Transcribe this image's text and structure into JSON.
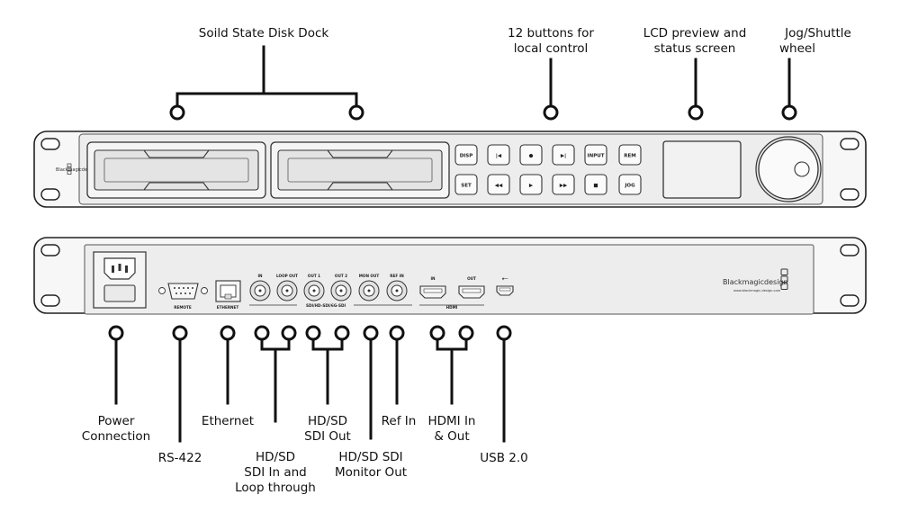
{
  "labels": {
    "dock": "Soild State Disk Dock",
    "buttons_l1": "12 buttons for",
    "buttons_l2": "local control",
    "lcd_l1": "LCD preview and",
    "lcd_l2": "status screen",
    "jog_l1": "Jog/Shuttle",
    "jog_l2": "wheel",
    "power_l1": "Power",
    "power_l2": "Connection",
    "rs422": "RS-422",
    "ethernet": "Ethernet",
    "sdi_in_l1": "HD/SD",
    "sdi_in_l2": "SDI In and",
    "sdi_in_l3": "Loop through",
    "sdi_out_l1": "HD/SD",
    "sdi_out_l2": "SDI Out",
    "monitor_l1": "HD/SD SDI",
    "monitor_l2": "Monitor Out",
    "ref_in": "Ref In",
    "hdmi_l1": "HDMI In",
    "hdmi_l2": "& Out",
    "usb": "USB 2.0"
  },
  "front_panel": {
    "brand": "Blackmagicdesign",
    "buttons_row1": [
      "DISP",
      "|◀",
      "●",
      "▶|",
      "INPUT",
      "REM"
    ],
    "buttons_row2": [
      "SET",
      "◀◀",
      "▶",
      "▶▶",
      "■",
      "JOG"
    ]
  },
  "rear_panel": {
    "brand": "Blackmagicdesign",
    "brand_url": "www.blackmagic-design.com",
    "remote": "REMOTE",
    "ethernet": "ETHERNET",
    "in": "IN",
    "loop_out": "LOOP OUT",
    "out1": "OUT 1",
    "out2": "OUT 2",
    "mon_out": "MON OUT",
    "ref_in": "REF IN",
    "sdi_group": "SDI/HD-SDI/6G-SDI",
    "hdmi_in": "IN",
    "hdmi_out": "OUT",
    "hdmi_group": "HDMI",
    "usb_symbol": "⭠"
  }
}
